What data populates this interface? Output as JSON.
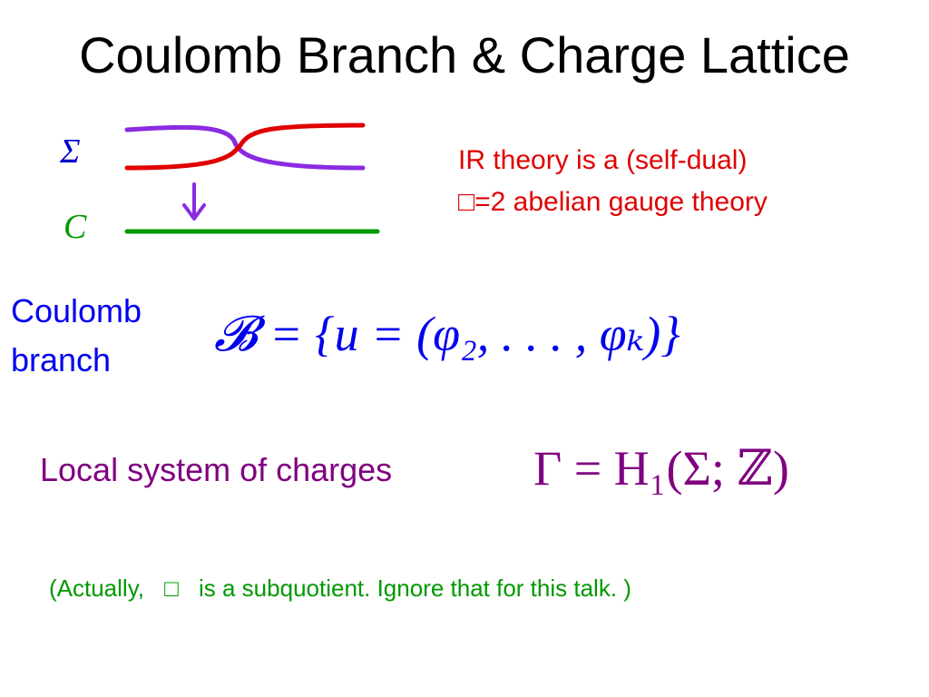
{
  "slide": {
    "title": "Coulomb Branch & Charge Lattice",
    "diagram": {
      "sigma_label": "Σ",
      "curve_label": "C"
    },
    "ir_line1": "IR theory is a (self-dual)",
    "ir_line2": "□=2 abelian gauge theory",
    "coulomb_line1": "Coulomb",
    "coulomb_line2": "branch",
    "coulomb_formula": "𝓑 = {u = (φ₂, . . . , φₖ)}",
    "local_label": "Local system of charges",
    "lattice_formula": "Γ = H₁(Σ; ℤ)",
    "note_part1": "(Actually,",
    "note_glyph": "□",
    "note_part2": "is a subquotient.  Ignore that for this talk. )"
  },
  "colors": {
    "title": "#000000",
    "sheet_purple": "#8a2be2",
    "sheet_red": "#e00000",
    "curve_green": "#009900",
    "arrow_purple": "#8a2be2",
    "sigma_label": "#0000cc",
    "curve_label": "#009900",
    "ir_text": "#e00000",
    "coulomb_text": "#0000ee",
    "local_text": "#800080",
    "note_text": "#009900"
  }
}
